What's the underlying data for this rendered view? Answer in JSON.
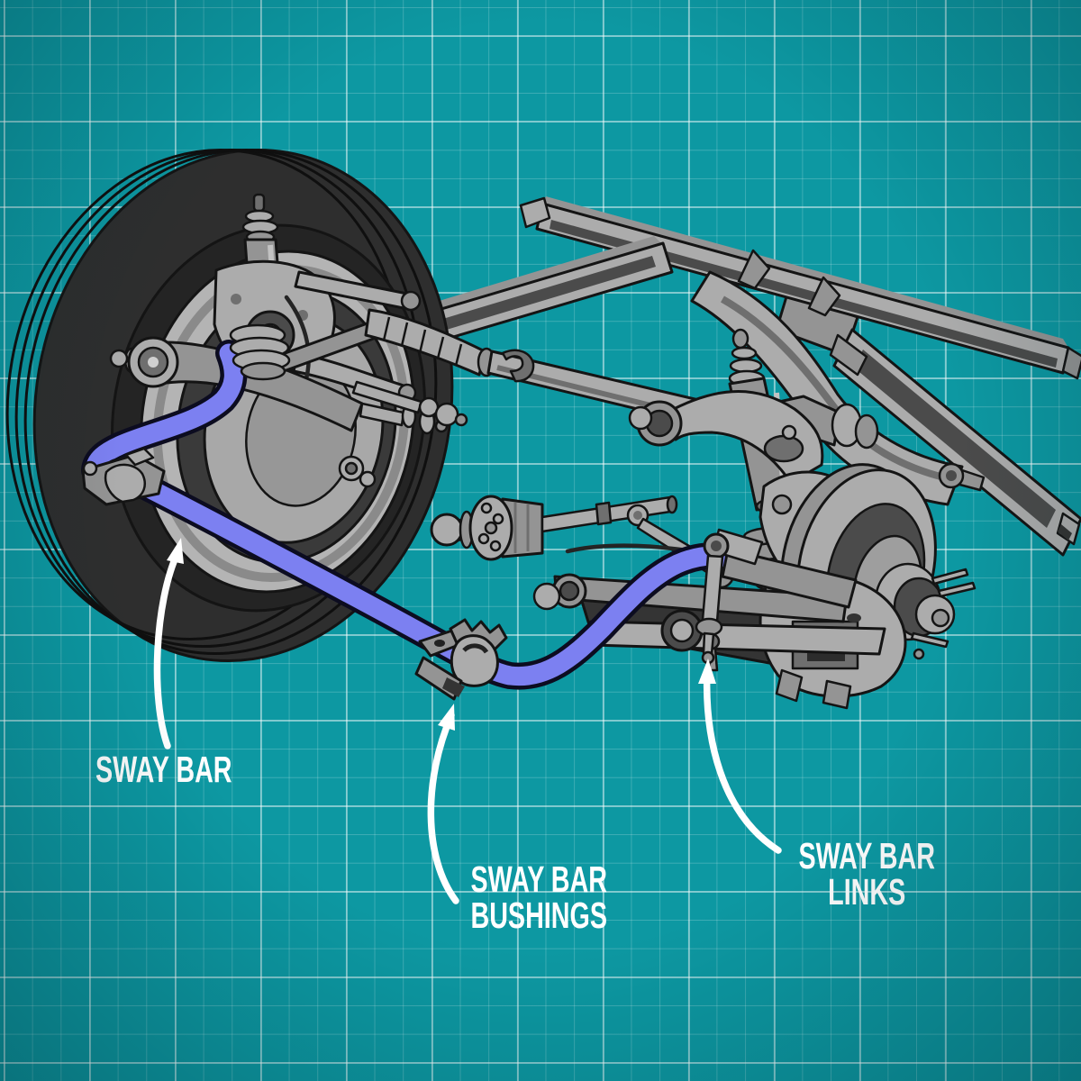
{
  "title": "Sway bar suspension blueprint diagram",
  "labels": {
    "sway_bar": "SWAY BAR",
    "bushings_line1": "SWAY BAR",
    "bushings_line2": "BUSHINGS",
    "links_line1": "SWAY BAR",
    "links_line2": "LINKS"
  },
  "colors": {
    "background": "#0d98a2",
    "outline": "#141414",
    "metal_light": "#acacac",
    "metal_mid": "#949494",
    "metal_dark": "#6f6f6f",
    "metal_shadow": "#4b4b4b",
    "deep_shadow": "#343434",
    "tire": "#2e2e2e",
    "sway_bar": "#7c80f1",
    "label": "#ffffff",
    "arrow": "#ffffff"
  }
}
